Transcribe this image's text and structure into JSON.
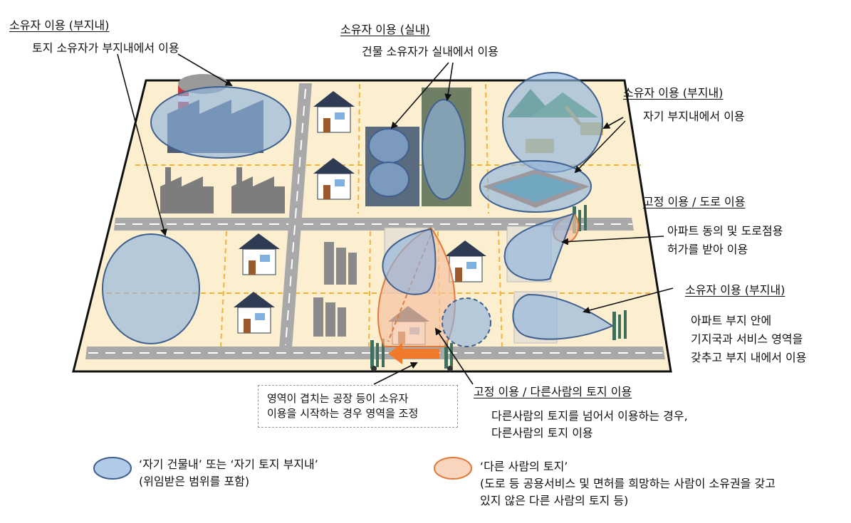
{
  "labels": {
    "owner_onsite_1_title": "소유자 이용 (부지내)",
    "owner_onsite_1_desc": "토지 소유자가 부지내에서 이용",
    "owner_indoor_title": "소유자 이용 (실내)",
    "owner_indoor_desc": "건물 소유자가 실내에서 이용",
    "owner_onsite_2_title": "소유자 이용 (부지내)",
    "owner_onsite_2_desc": "자기 부지내에서 이용",
    "fixed_road_title": "고정 이용 / 도로 이용",
    "fixed_road_desc": [
      "아파트 동의 및 도로점용",
      "허가를 받아 이용"
    ],
    "owner_onsite_3_title": "소유자 이용 (부지내)",
    "owner_onsite_3_desc": [
      "아파트 부지 안에",
      "기지국과 서비스 영역을",
      "갖추고 부지 내에서 이용"
    ],
    "fixed_other_title": "고정 이용 / 다른사람의 토지 이용",
    "fixed_other_desc": [
      "다른사람의 토지를 넘어서 이용하는 경우,",
      "다른사람의 토지 이용"
    ],
    "overlap_note": [
      "영역이 겹치는 공장 등이 소유자",
      "이용을 시작하는 경우 영역을 조정"
    ]
  },
  "legend": {
    "blue_line1": "‘자기 건물내’ 또는 ‘자기 토지 부지내’",
    "blue_line2": "(위임받은 범위를 포함)",
    "orange_line1": "‘다른 사람의 토지’",
    "orange_line2": "(도로 등 공용서비스 및 면허를 희망하는 사람이 소유권을 갖고",
    "orange_line3": "있지 않은 다른 사람의 토지 등)"
  },
  "colors": {
    "land": "#fbefcf",
    "road": "#a9a9a9",
    "blue_zone": "#8fb4dd",
    "orange_zone": "#f6c3a3",
    "orange_stroke": "#e07a3a",
    "border": "#111111"
  }
}
